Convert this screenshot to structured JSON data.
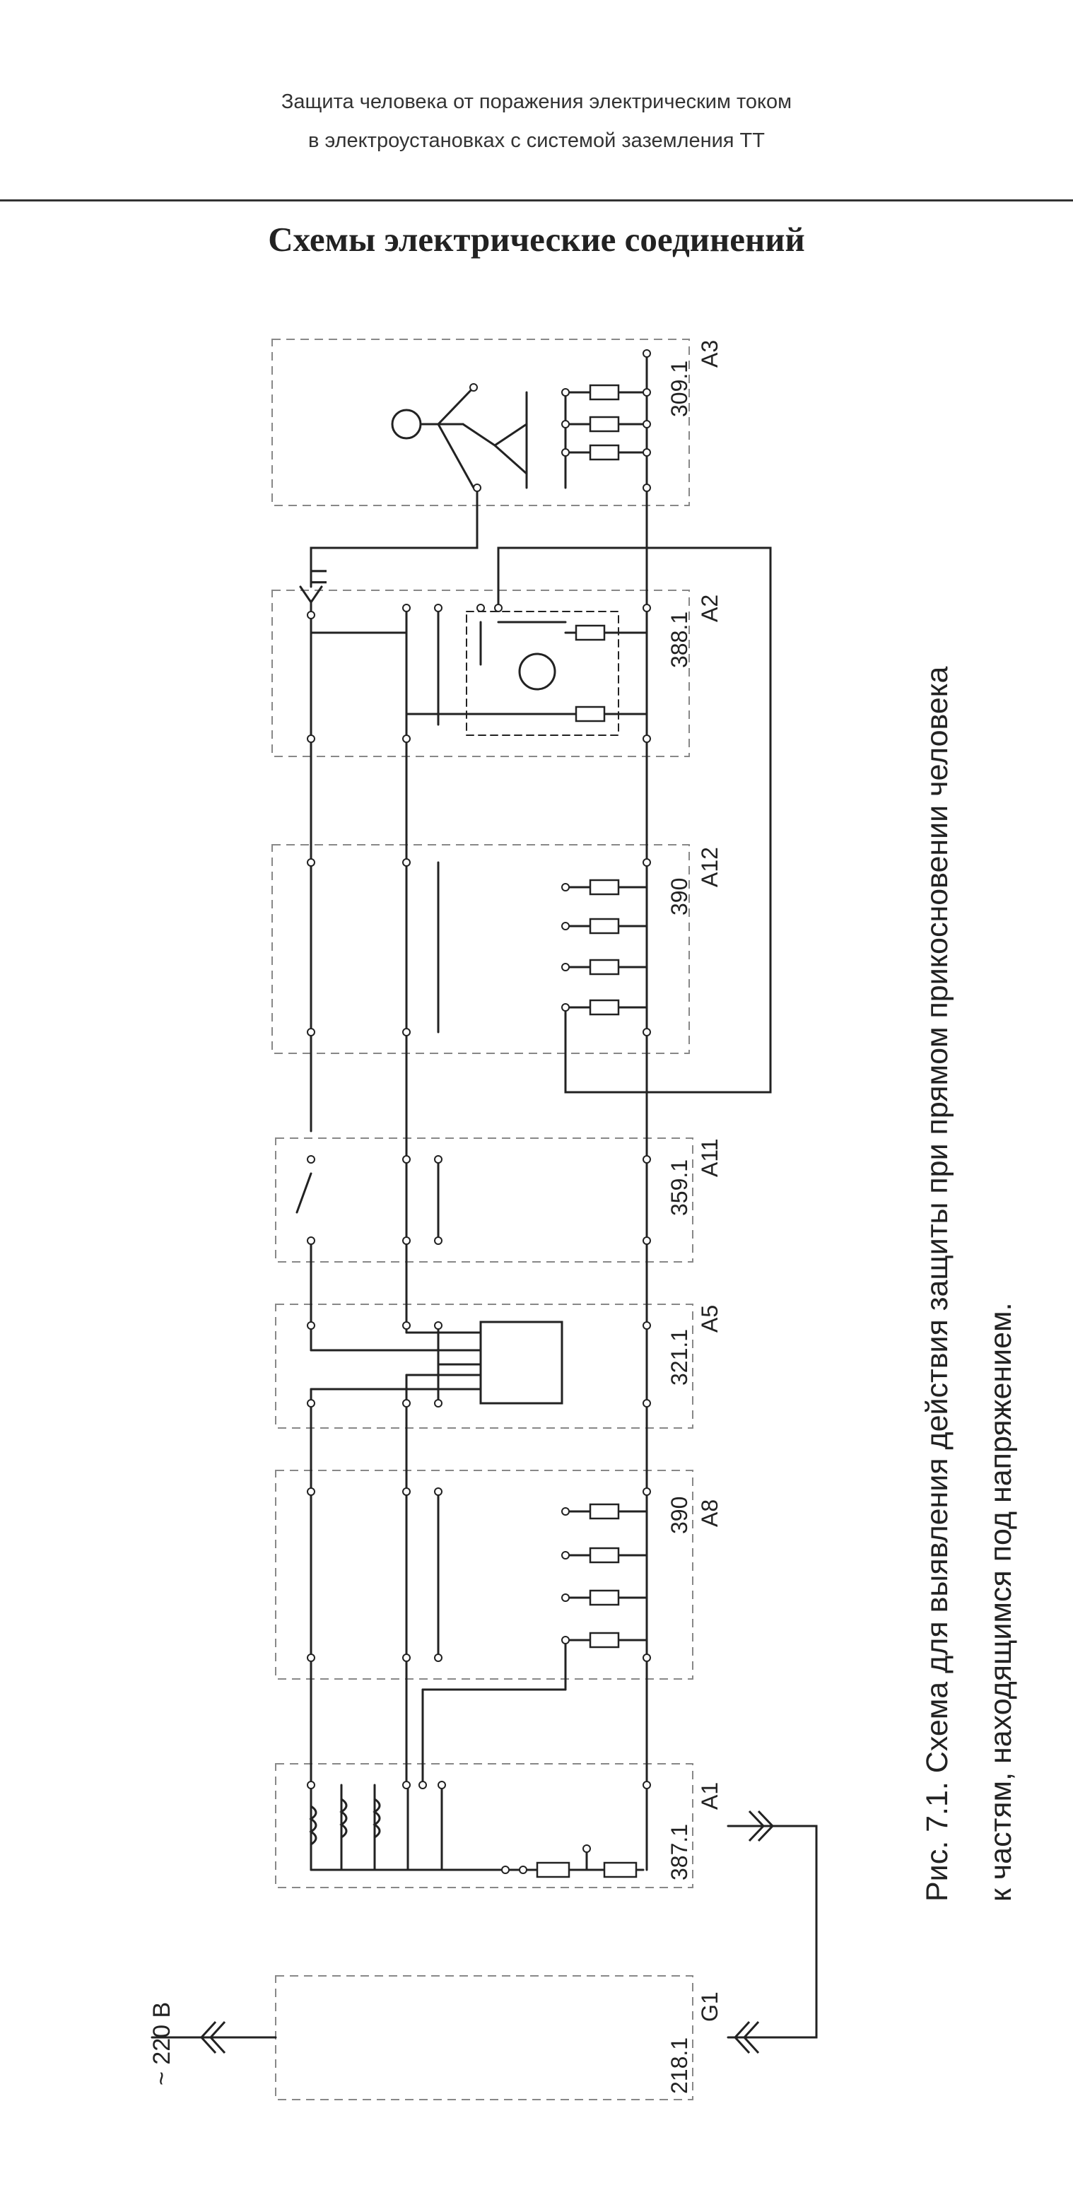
{
  "header": {
    "line1": "Защита человека от поражения электрическим током",
    "line2": "в электроустановках с системой заземления ТТ"
  },
  "section_title": "Схемы электрические соединений",
  "diagram": {
    "supply_label": "~ 220 В",
    "pe_label": "П",
    "modules": [
      {
        "code": "218.1",
        "id": "G1"
      },
      {
        "code": "387.1",
        "id": "A1"
      },
      {
        "code": "390",
        "id": "A8"
      },
      {
        "code": "321.1",
        "id": "A5"
      },
      {
        "code": "359.1",
        "id": "A11"
      },
      {
        "code": "390",
        "id": "A12"
      },
      {
        "code": "388.1",
        "id": "A2"
      },
      {
        "code": "309.1",
        "id": "A3"
      }
    ]
  },
  "caption": {
    "line1": "Рис. 7.1. Схема для выявления действия защиты при прямом прикосновении человека",
    "line2": "к частям, находящимся под напряжением."
  },
  "colors": {
    "ink": "#222222",
    "dashed_border": "#888888"
  }
}
